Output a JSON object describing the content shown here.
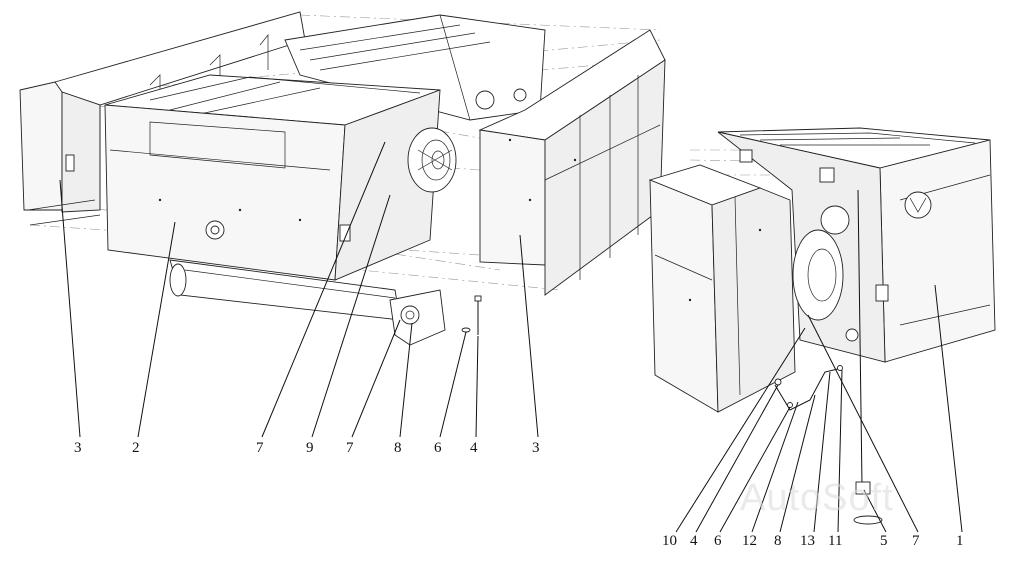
{
  "watermark": "AutoSoft",
  "left_callouts": [
    "3",
    "2",
    "7",
    "9",
    "7",
    "8",
    "6",
    "4",
    "3"
  ],
  "right_callouts": [
    "10",
    "4",
    "6",
    "12",
    "8",
    "13",
    "11",
    "5",
    "7",
    "1"
  ]
}
